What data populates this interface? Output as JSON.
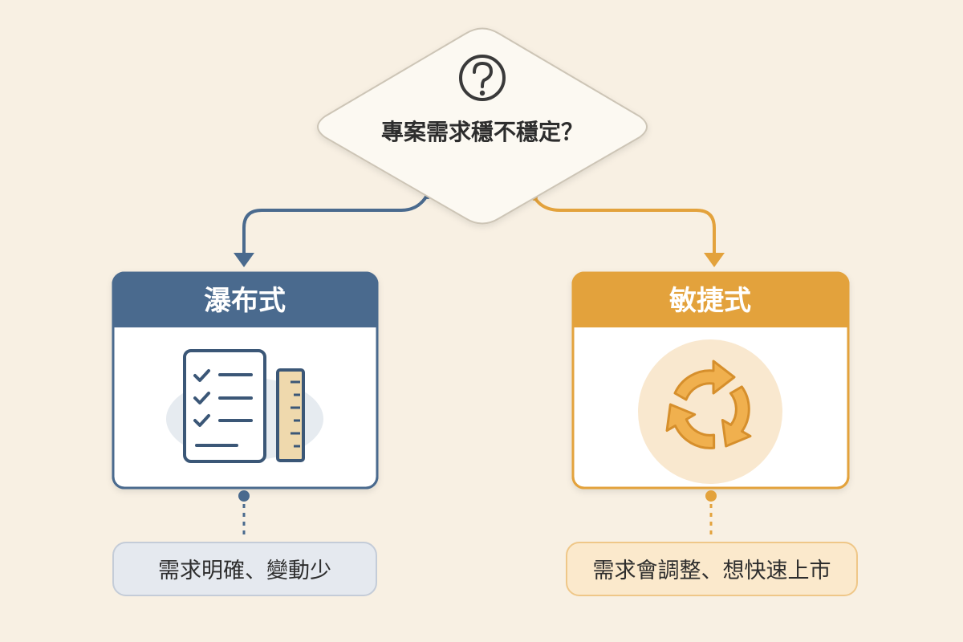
{
  "decision": {
    "question": "專案需求穩不穩定？"
  },
  "options": [
    {
      "title": "瀑布式",
      "description": "需求明確、變動少",
      "color": "#4a6a8e"
    },
    {
      "title": "敏捷式",
      "description": "需求會調整、想快速上市",
      "color": "#e3a23c"
    }
  ]
}
